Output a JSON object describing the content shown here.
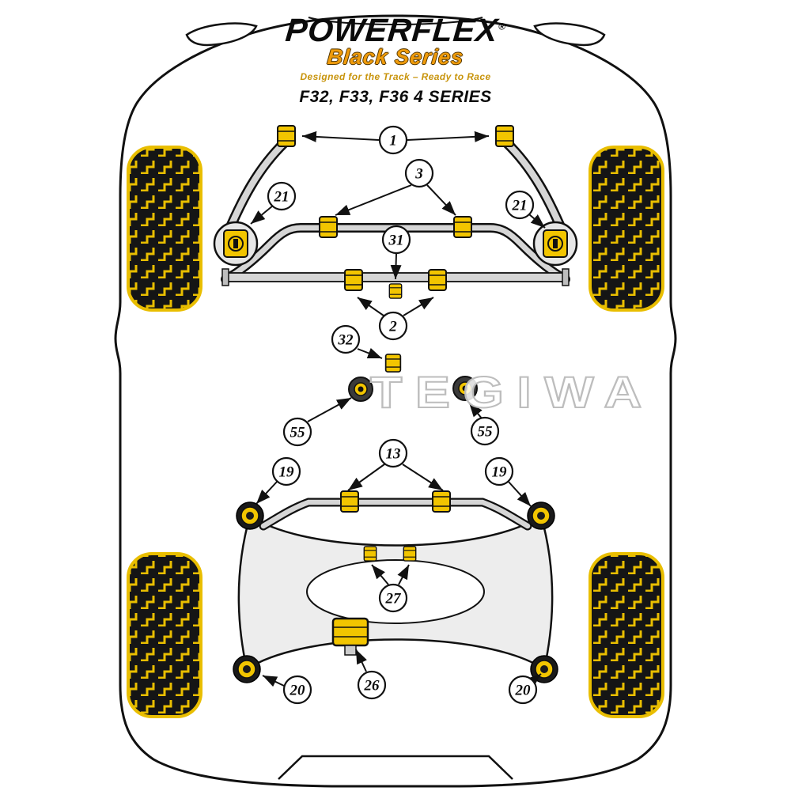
{
  "header": {
    "brand": "POWERFLEX",
    "brand_reg": "®",
    "series": "Black Series",
    "tagline": "Designed for the Track – Ready to Race",
    "model": "F32, F33, F36 4 SERIES"
  },
  "watermark": "TEGIWA",
  "colors": {
    "bush_yellow": "#F2C500",
    "tire_yellow": "#E9BE00",
    "series_gold": "#EF9B0B",
    "line_black": "#111111",
    "bar_gray": "#D6D6D6"
  },
  "callouts": {
    "c1": {
      "label": "1"
    },
    "c3": {
      "label": "3"
    },
    "c21l": {
      "label": "21"
    },
    "c21r": {
      "label": "21"
    },
    "c31": {
      "label": "31"
    },
    "c2": {
      "label": "2"
    },
    "c32": {
      "label": "32"
    },
    "c55l": {
      "label": "55"
    },
    "c55r": {
      "label": "55"
    },
    "c13": {
      "label": "13"
    },
    "c19l": {
      "label": "19"
    },
    "c19r": {
      "label": "19"
    },
    "c27": {
      "label": "27"
    },
    "c26": {
      "label": "26"
    },
    "c20l": {
      "label": "20"
    },
    "c20r": {
      "label": "20"
    }
  }
}
